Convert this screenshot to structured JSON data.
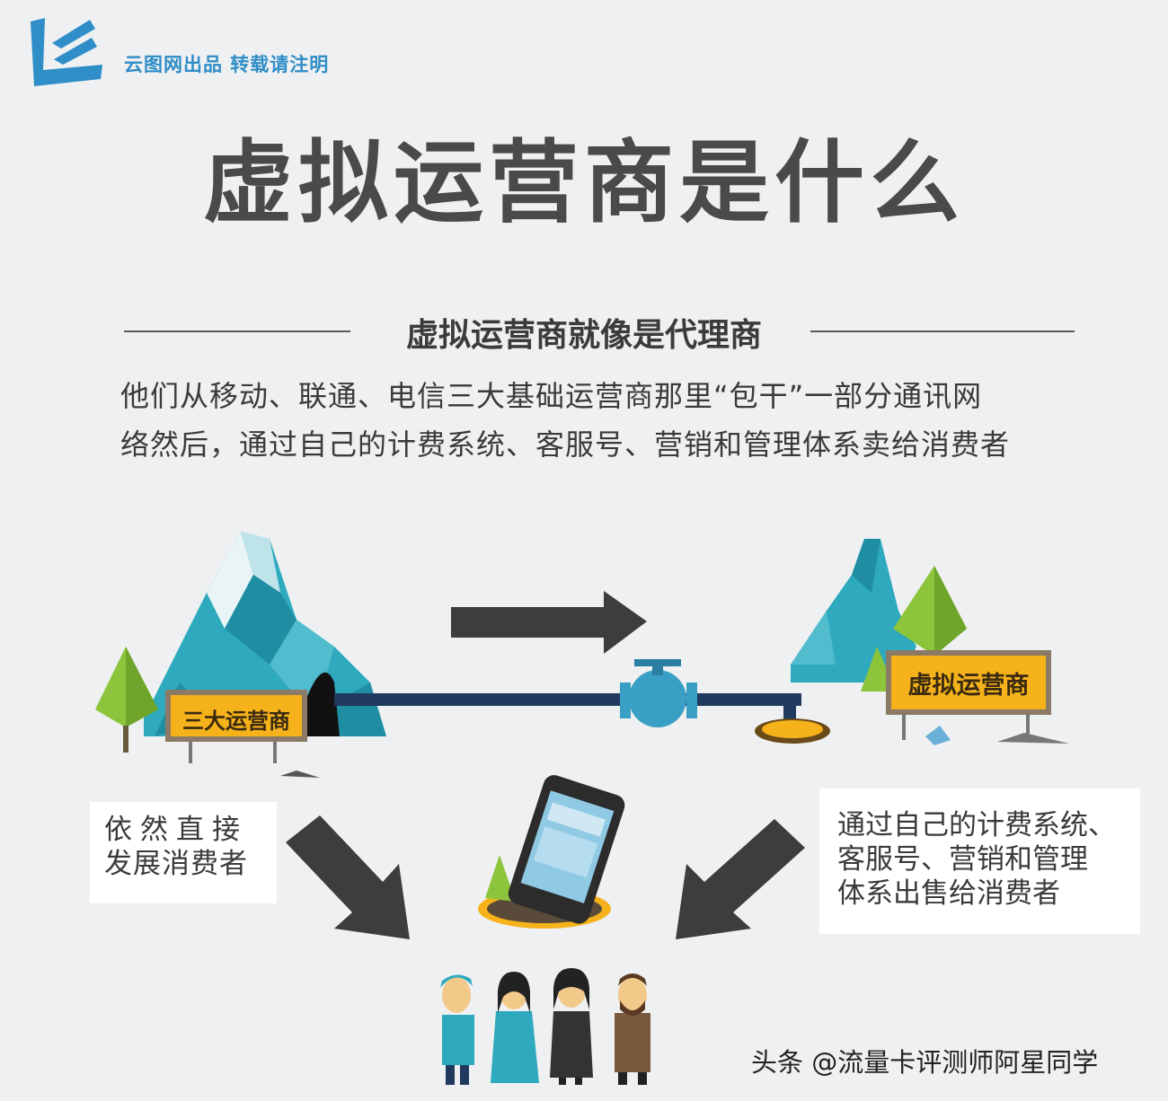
{
  "brand": {
    "tagline": "云图网出品  转载请注明"
  },
  "title": "虚拟运营商是什么",
  "subtitle": "虚拟运营商就像是代理商",
  "description": [
    "他们从移动、联通、电信三大基础运营商那里“包干”一部分通讯网",
    "络然后，通过自己的计费系统、客服号、营销和管理体系卖给消费者"
  ],
  "signs": {
    "left": "三大运营商",
    "right": "虚拟运营商"
  },
  "callouts": {
    "left": [
      "依然直接",
      "发展消费者"
    ],
    "right": [
      "通过自己的计费系统、",
      "客服号、营销和管理",
      "体系出售给消费者"
    ]
  },
  "watermark": "头条 @流量卡评测师阿星同学",
  "colors": {
    "accent_blue": "#2f8dc7",
    "sign_yellow": "#f6b21a",
    "sign_frame": "#8a7a66",
    "pipe": "#1f3a5c",
    "valve": "#3a9fc4",
    "mountain": "#2fa9be",
    "tree": "#8cc43c",
    "arrow": "#3d3d3d"
  }
}
